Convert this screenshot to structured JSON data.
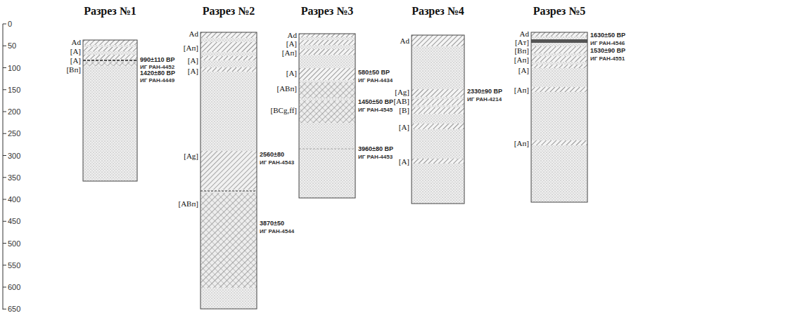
{
  "diagram": {
    "labels": [
      "0",
      "50",
      "100",
      "150",
      "200",
      "250",
      "300",
      "350",
      "400",
      "450",
      "500",
      "550",
      "600",
      "650",
      "Разрез №1",
      "Разрез №2",
      "Разрез №3",
      "Разрез №4",
      "Разрез №5",
      "Ad",
      "[A]",
      "[A]",
      "[Вп]",
      "990±110 BP",
      "ИГ РАН-4452",
      "1420±80 BP",
      "ИГ РАН-4449",
      "Ad",
      "[Aп]",
      "[A]",
      "[A]",
      "[Ag]",
      "[ABп]",
      "2560±80",
      "ИГ РАН-4543",
      "3870±50",
      "ИГ РАН-4544",
      "Ad",
      "[A]",
      "[Aп]",
      "[A]",
      "[ABп]",
      "[BCg,ff]",
      "580±50 BP",
      "ИГ РАН-4434",
      "1450±50 BP",
      "ИГ РАН-4545",
      "3960±80 BP",
      "ИГ РАН-4453",
      "Ad",
      "[Ag]",
      "[AB]",
      "[B]",
      "[A]",
      "[A]",
      "2330±90 BP",
      "ИГ РАН-4214",
      "Ad",
      "[Aт]",
      "[Вп]",
      "[Aп]",
      "[A]",
      "[Aп]",
      "[Aп]",
      "1630±50 BP",
      "ИГ РАН-4546",
      "1530±90 BP",
      "ИГ РАН-4551"
    ]
  }
}
